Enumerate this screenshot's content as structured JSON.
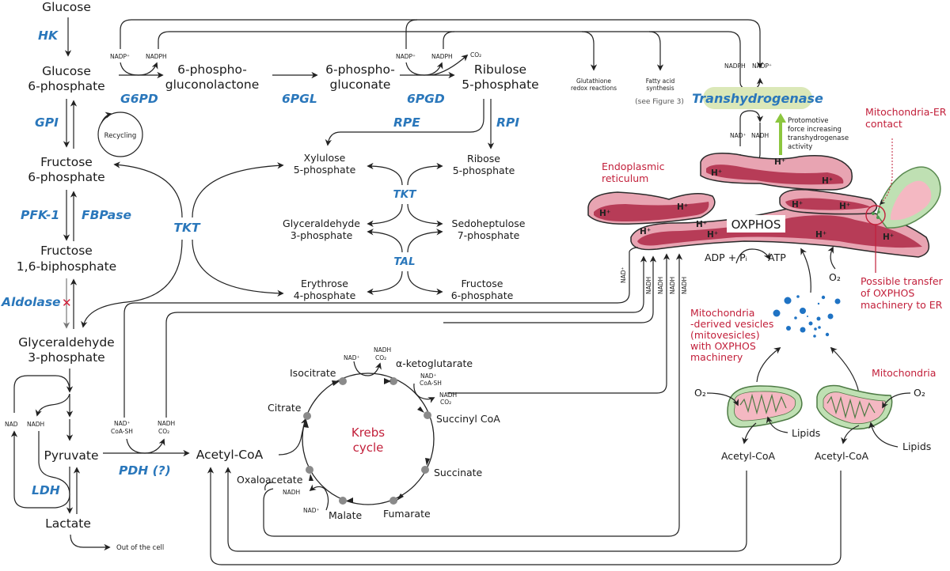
{
  "figure": {
    "glycolysis": {
      "metabolites": {
        "glucose": "Glucose",
        "g6p": [
          "Glucose",
          "6-phosphate"
        ],
        "f6p": [
          "Fructose",
          "6-phosphate"
        ],
        "f16bp": [
          "Fructose",
          "1,6-biphosphate"
        ],
        "g3p": [
          "Glyceraldehyde",
          "3-phosphate"
        ],
        "pyruvate": "Pyruvate",
        "lactate": "Lactate",
        "acetyl_coa": "Acetyl-CoA"
      },
      "enzymes": {
        "hk": "HK",
        "gpi": "GPI",
        "pfk1": "PFK-1",
        "fbpase": "FBPase",
        "aldolase": "Aldolase",
        "aldolase_blocked_mark": "✕",
        "ldh": "LDH",
        "pdh": "PDH (?)"
      },
      "cofactors": {
        "ldh_nad": "NAD",
        "ldh_nadh": "NADH",
        "pdh_in": [
          "NAD⁺",
          "CoA-SH"
        ],
        "pdh_out": [
          "NADH",
          "CO₂"
        ]
      },
      "out_of_cell": "Out of the cell"
    },
    "ppp": {
      "metabolites": {
        "pgl": [
          "6-phospho-",
          "gluconolactone"
        ],
        "pg": [
          "6-phospho-",
          "gluconate"
        ],
        "ru5p": [
          "Ribulose",
          "5-phosphate"
        ],
        "xu5p": [
          "Xylulose",
          "5-phosphate"
        ],
        "r5p": [
          "Ribose",
          "5-phosphate"
        ],
        "g3p": [
          "Glyceraldehyde",
          "3-phosphate"
        ],
        "s7p": [
          "Sedoheptulose",
          "7-phosphate"
        ],
        "e4p": [
          "Erythrose",
          "4-phosphate"
        ],
        "f6p": [
          "Fructose",
          "6-phosphate"
        ]
      },
      "enzymes": {
        "g6pd": "G6PD",
        "pgl": "6PGL",
        "pgd": "6PGD",
        "rpe": "RPE",
        "rpi": "RPI",
        "tkt": "TKT",
        "tal": "TAL"
      },
      "cofactors": {
        "g6pd_in": "NADP⁺",
        "g6pd_out": "NADPH",
        "pgd_in": "NADP⁺",
        "pgd_out": "NADPH",
        "pgd_co2": "CO₂"
      },
      "recycling": "Recycling",
      "outputs": {
        "glutathione": [
          "Glutathione",
          "redox reactions"
        ],
        "fatty_acid": [
          "Fatty acid",
          "synthesis"
        ],
        "see_figure": "(see Figure 3)"
      }
    },
    "krebs": {
      "title": [
        "Krebs",
        "cycle"
      ],
      "metabolites": [
        "Citrate",
        "Isocitrate",
        "α-ketoglutarate",
        "Succinyl CoA",
        "Succinate",
        "Fumarate",
        "Malate",
        "Oxaloacetate"
      ],
      "cofactors": {
        "idh_in": "NAD⁺",
        "idh_out": [
          "NADH",
          "CO₂"
        ],
        "akg_in": [
          "NAD⁺",
          "CoA-SH"
        ],
        "akg_out": [
          "NADH",
          "CO₂"
        ],
        "mdh_in": "NAD⁺",
        "mdh_out": "NADH"
      }
    },
    "er": {
      "label": [
        "Endoplasmic",
        "reticulum"
      ],
      "oxphos": "OXPHOS",
      "proton": "H⁺",
      "adp": "ADP + Pᵢ",
      "atp": "ATP",
      "o2": "O₂",
      "electron_carriers": [
        "NAD⁺",
        "NADH",
        "NADH",
        "NADH",
        "NADH"
      ]
    },
    "transhydrogenase": {
      "label": "Transhydrogenase",
      "top_cofactors": [
        "NADPH",
        "NADP⁺"
      ],
      "bottom_cofactors": [
        "NAD⁺",
        "NADH"
      ],
      "pmf_note": [
        "Protomotive",
        "force increasing",
        "transhydrogenase",
        "activity"
      ]
    },
    "annotations": {
      "mito_er_contact": [
        "Mitochondria-ER",
        "contact"
      ],
      "possible_transfer": [
        "Possible transfer",
        "of OXPHOS",
        "machinery to ER"
      ],
      "mitovesicles": [
        "Mitochondria",
        "-derived vesicles",
        "(mitovesicles)",
        "with OXPHOS",
        "machinery"
      ],
      "mitochondria": "Mitochondria"
    },
    "mitochondria": {
      "o2": "O₂",
      "lipids": "Lipids",
      "acetyl_coa": "Acetyl-CoA"
    },
    "colors": {
      "enzyme_blue": "#2a77bb",
      "annotation_red": "#c21f3a",
      "er_fill": "#c9566e",
      "er_light": "#e8a4b2",
      "mito_green": "#bfe0b3",
      "mito_inner": "#f4b8c2",
      "pmf_arrow": "#8cc63f",
      "transhydrogenase_bg": "#dbe8b8",
      "vesicle_blue": "#1f73c4",
      "krebs_node": "#8a8a8a"
    }
  }
}
